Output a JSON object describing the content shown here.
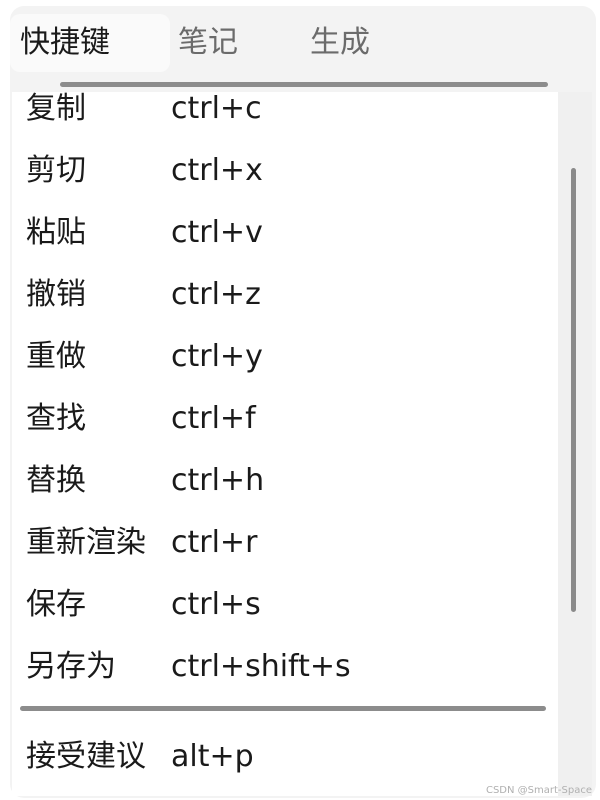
{
  "tabs": [
    {
      "label": "快捷键",
      "active": true
    },
    {
      "label": "笔记",
      "active": false
    },
    {
      "label": "生成",
      "active": false
    }
  ],
  "shortcuts": [
    {
      "name": "复制",
      "key": "ctrl+c"
    },
    {
      "name": "剪切",
      "key": "ctrl+x"
    },
    {
      "name": "粘贴",
      "key": "ctrl+v"
    },
    {
      "name": "撤销",
      "key": "ctrl+z"
    },
    {
      "name": "重做",
      "key": "ctrl+y"
    },
    {
      "name": "查找",
      "key": "ctrl+f"
    },
    {
      "name": "替换",
      "key": "ctrl+h"
    },
    {
      "name": "重新渲染",
      "key": "ctrl+r"
    },
    {
      "name": "保存",
      "key": "ctrl+s"
    },
    {
      "name": "另存为",
      "key": "ctrl+shift+s"
    }
  ],
  "extra_shortcuts": [
    {
      "name": "接受建议",
      "key": "alt+p"
    }
  ],
  "watermark": "CSDN @Smart-Space",
  "colors": {
    "panel_bg": "#f3f3f3",
    "content_bg": "#ffffff",
    "active_tab_bg": "#fafafa",
    "inactive_tab_text": "#6b6b6b",
    "text": "#1a1a1a",
    "divider": "#8c8c8c",
    "scroll_thumb": "#8a8a8a"
  }
}
